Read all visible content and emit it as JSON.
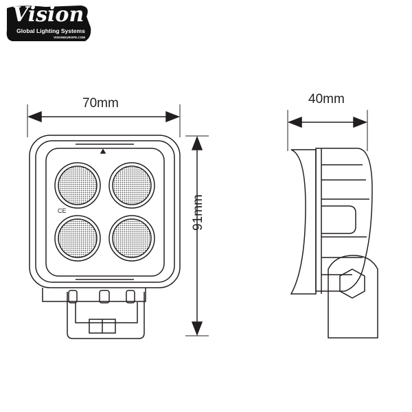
{
  "logo": {
    "brand": "Vision",
    "tagline": "Global Lighting Systems",
    "url": "VISIONEUROPE.COM"
  },
  "dimensions": {
    "width": "70mm",
    "height": "91mm",
    "depth": "40mm"
  },
  "markings": {
    "ce": "CE"
  }
}
